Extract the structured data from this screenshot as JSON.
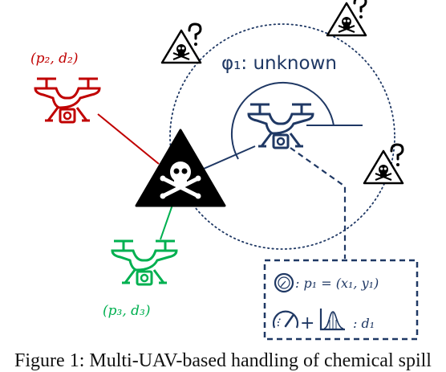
{
  "diagram": {
    "uav_unknown_label": "φ₁: unknown",
    "uav_red_label": "(p₂, d₂)",
    "uav_green_label": "(p₃, d₃)",
    "info_box": {
      "position_line": ": p₁ = (x₁, y₁)",
      "dose_line": ": d₁",
      "plus_symbol": "+"
    },
    "colors": {
      "navy": "#1f3864",
      "red": "#c00000",
      "green": "#00b050",
      "black": "#000000"
    },
    "icons": [
      "compass-icon",
      "speedometer-icon",
      "distribution-chart-icon",
      "skull-warning-icon",
      "drone-icon"
    ]
  },
  "caption": {
    "text": "Figure 1: Multi-UAV-based handling of chemical spill"
  }
}
